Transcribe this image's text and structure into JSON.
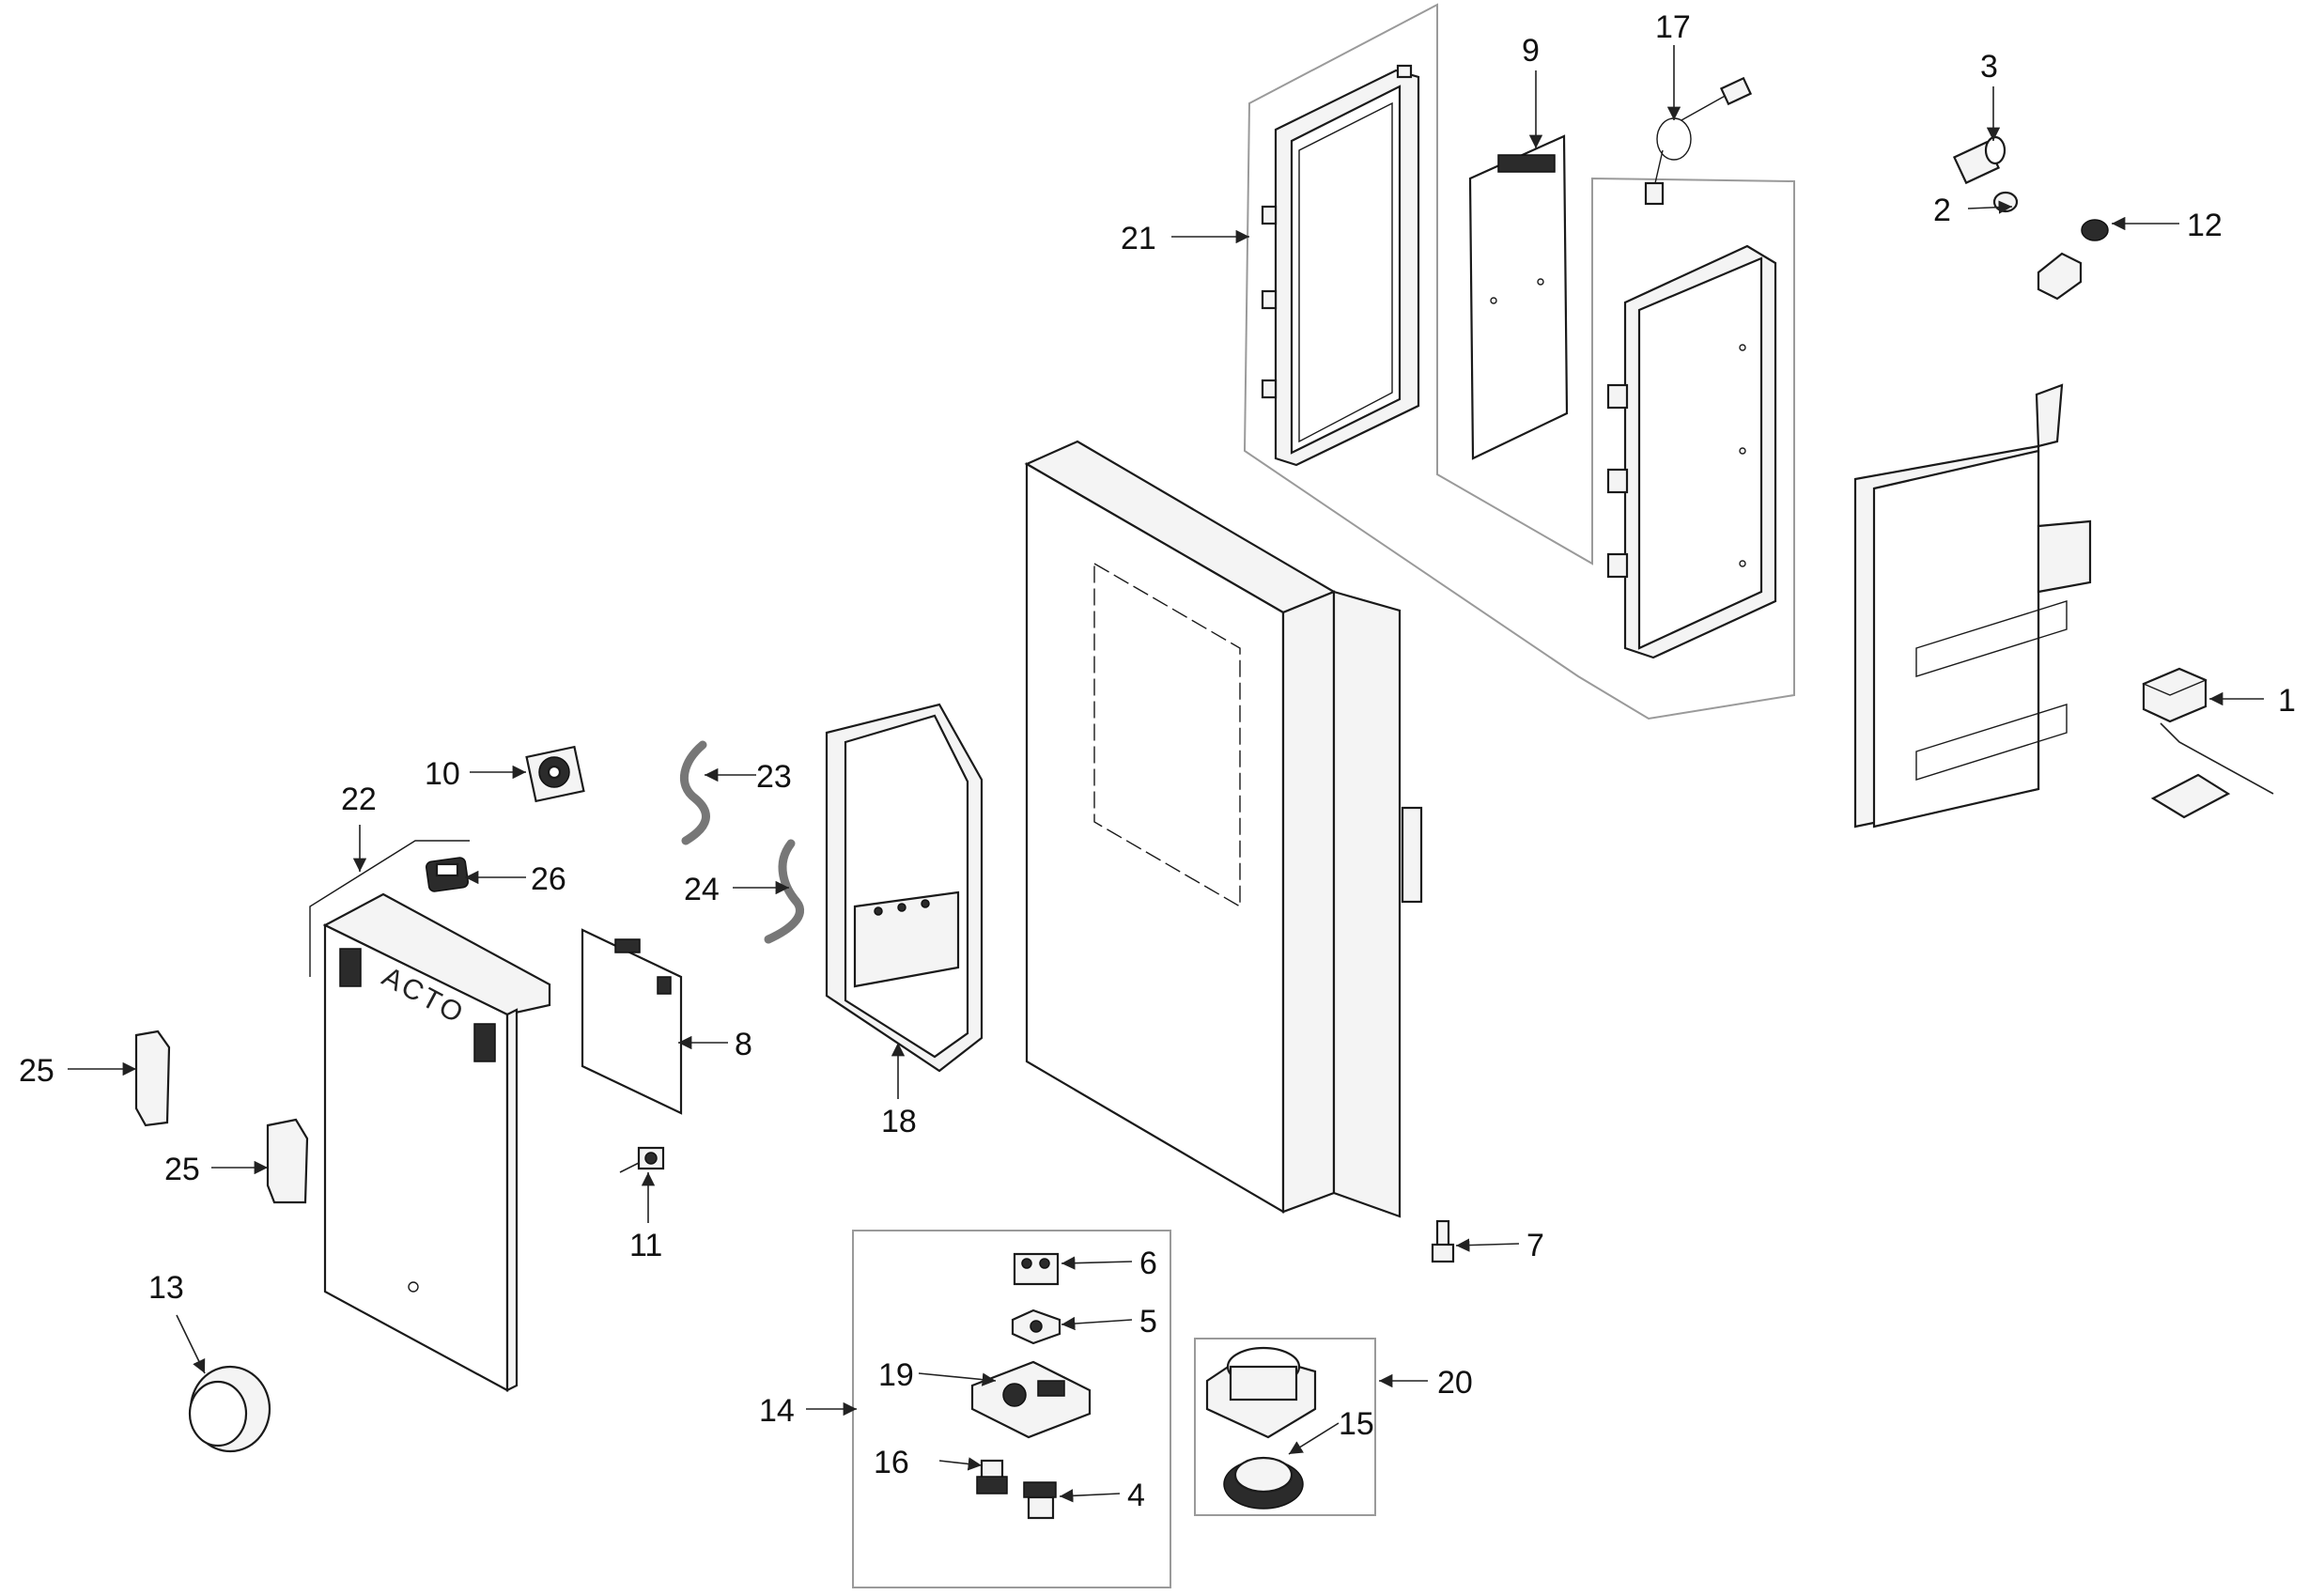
{
  "diagram": {
    "brand_logo": "ACTO",
    "callouts": {
      "c1": "1",
      "c2": "2",
      "c3": "3",
      "c4": "4",
      "c5": "5",
      "c6": "6",
      "c7": "7",
      "c8": "8",
      "c9": "9",
      "c10": "10",
      "c11": "11",
      "c12": "12",
      "c13": "13",
      "c14": "14",
      "c15": "15",
      "c16": "16",
      "c17": "17",
      "c18": "18",
      "c19": "19",
      "c20": "20",
      "c21": "21",
      "c22": "22",
      "c23": "23",
      "c24": "24",
      "c25a": "25",
      "c25b": "25",
      "c26": "26"
    },
    "colors": {
      "line": "#1a1a1a",
      "group_frame": "#9a9a9a",
      "cable": "#777777"
    }
  }
}
